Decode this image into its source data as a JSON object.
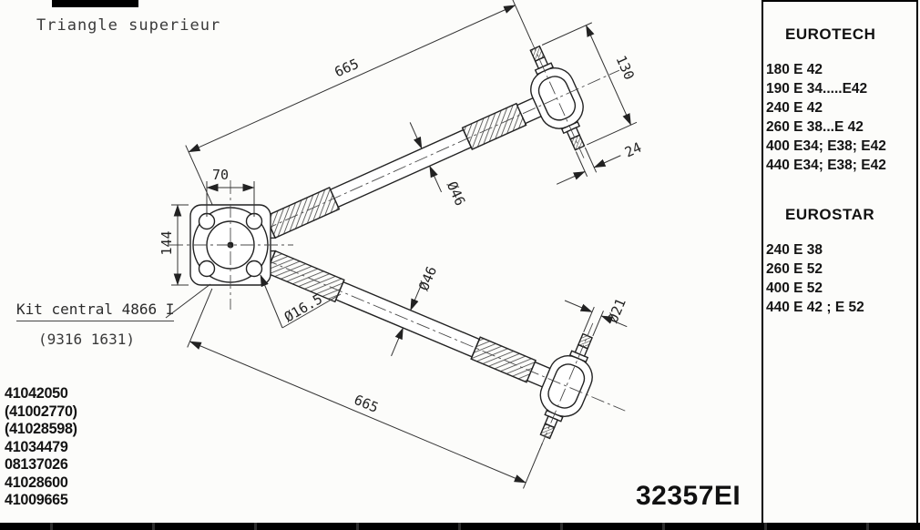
{
  "title": "Triangle superieur",
  "callout": {
    "kit": "Kit central 4866 I",
    "kit_ref": "(9316 1631)"
  },
  "part_numbers": [
    "41042050",
    "(41002770)",
    "(41028598)",
    "41034479",
    "08137026",
    "41028600",
    "41009665"
  ],
  "drawing_number": "32357EI",
  "dims": {
    "len_top": "665",
    "bushing_len": "130",
    "pin_top": "24",
    "flange_w": "70",
    "flange_h": "144",
    "dia_upper": "Ø46",
    "dia_lower": "Ø46",
    "dia_hole": "Ø16.5",
    "dia_pin": "Ø21",
    "len_bottom": "665"
  },
  "panel": {
    "sections": [
      {
        "heading": "EUROTECH",
        "items": [
          "180 E 42",
          "190 E 34.....E42",
          "240 E 42",
          "260 E 38...E 42",
          "400 E34; E38; E42",
          "440 E34; E38; E42"
        ]
      },
      {
        "heading": "EUROSTAR",
        "items": [
          "240 E 38",
          "260 E 52",
          "400 E 52",
          "440 E 42 ; E 52"
        ]
      }
    ]
  },
  "ink_color": "#222222"
}
